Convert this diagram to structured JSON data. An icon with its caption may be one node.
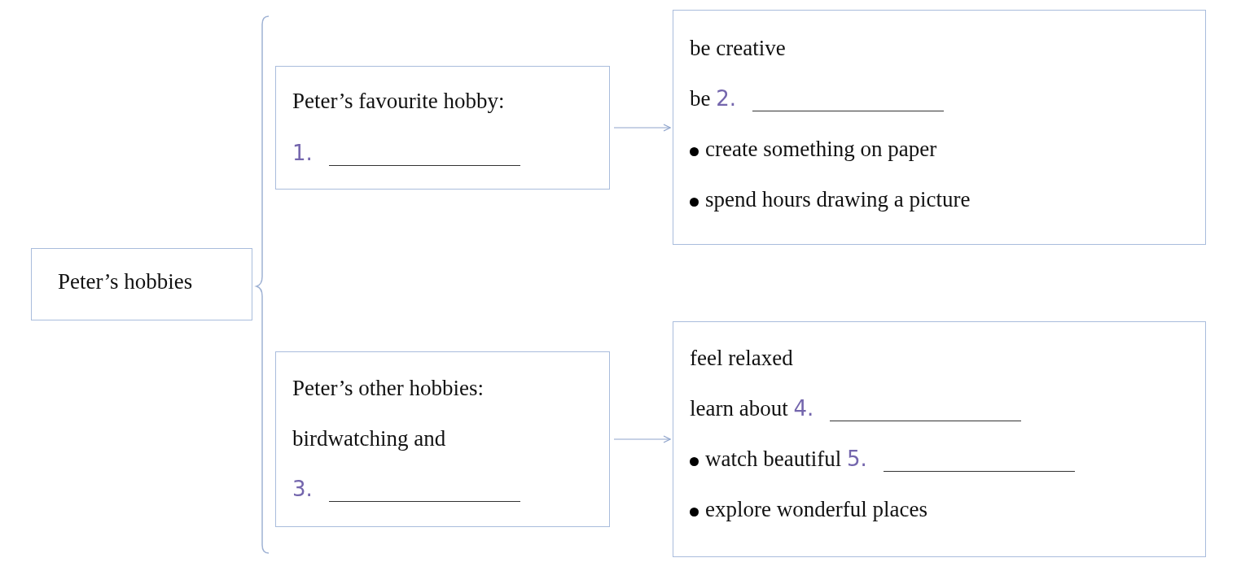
{
  "diagram": {
    "nodes": [
      {
        "text": [
          "Peter’s hobbies"
        ]
      },
      {
        "text": [
          "Peter’s favourite hobby:",
          "1."
        ]
      },
      {
        "text": [
          "be creative",
          "be 2.",
          "create something on paper",
          "spend hours drawing a picture"
        ]
      },
      {
        "text": [
          "Peter’s other hobbies:",
          "birdwatching and",
          "3."
        ]
      },
      {
        "text": [
          "feel relaxed",
          "learn about 4.",
          "watch beautiful 5.",
          "explore wonderful places"
        ]
      }
    ],
    "edges": [
      {
        "from": 1,
        "to": 2,
        "arrow": "to"
      },
      {
        "from": 3,
        "to": 4,
        "arrow": "to"
      }
    ]
  }
}
